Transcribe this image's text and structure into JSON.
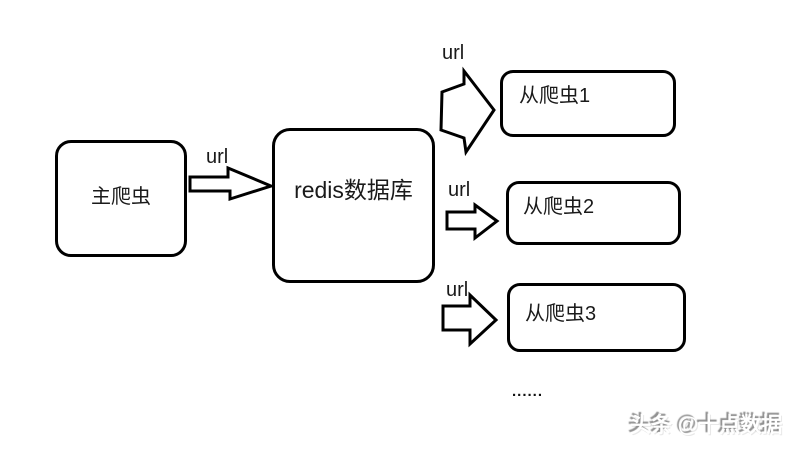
{
  "diagram": {
    "type": "flow-diagram",
    "background_color": "#ffffff",
    "stroke_color": "#000000",
    "nodes": [
      {
        "id": "main-crawler",
        "label": "主爬虫"
      },
      {
        "id": "redis-db",
        "label": "redis数据库"
      },
      {
        "id": "slave1",
        "label": "从爬虫1"
      },
      {
        "id": "slave2",
        "label": "从爬虫2"
      },
      {
        "id": "slave3",
        "label": "从爬虫3"
      }
    ],
    "edges": [
      {
        "from": "main-crawler",
        "to": "redis-db",
        "label": "url"
      },
      {
        "from": "redis-db",
        "to": "slave1",
        "label": "url"
      },
      {
        "from": "redis-db",
        "to": "slave2",
        "label": "url"
      },
      {
        "from": "redis-db",
        "to": "slave3",
        "label": "url"
      }
    ],
    "ellipsis": "......",
    "watermark": "头条 @十点数据"
  }
}
